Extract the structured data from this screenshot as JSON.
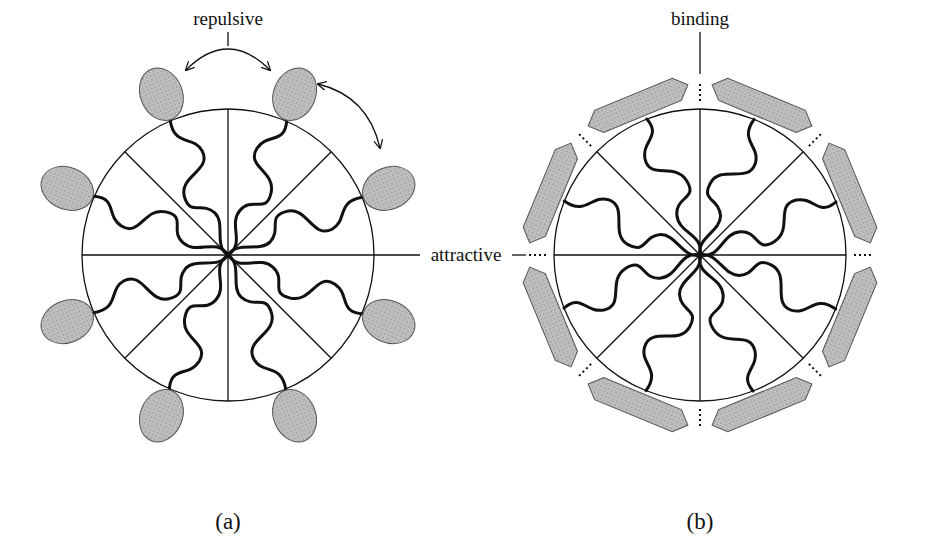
{
  "diagram": {
    "labels": [
      "repulsive",
      "attractive",
      "binding",
      "(a)",
      "(b)"
    ]
  }
}
